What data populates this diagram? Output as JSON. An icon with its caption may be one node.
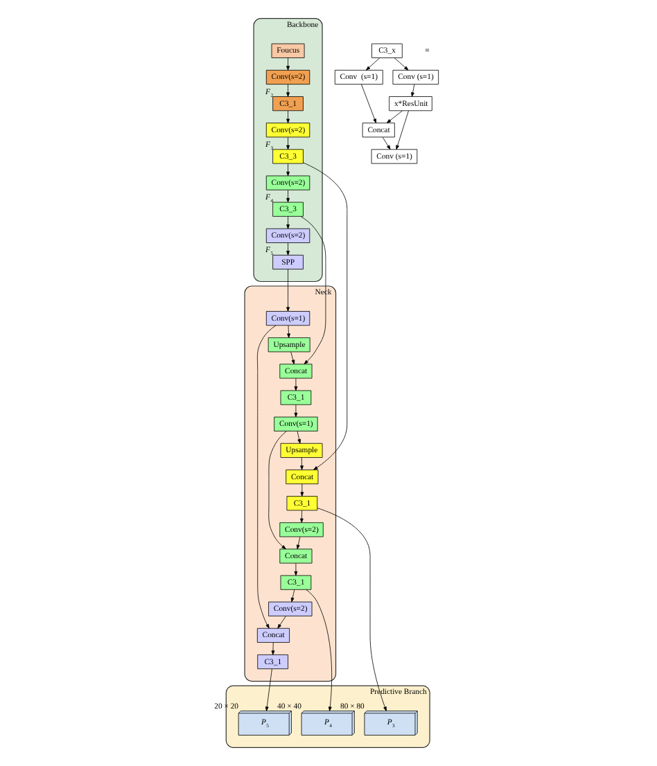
{
  "diagram": {
    "nodes": [
      {
        "text": [
          "Backbone"
        ]
      },
      {
        "text": [
          "Foucus"
        ],
        "in": 0
      },
      {
        "text": [
          "Conv(s=2)"
        ],
        "in": 0
      },
      {
        "text": [
          "C3_1"
        ],
        "in": 0,
        "beside": [
          "*F*$_{2}$"
        ]
      },
      {
        "text": [
          "Conv(s=2)"
        ],
        "in": 0
      },
      {
        "text": [
          "C3_3"
        ],
        "in": 0,
        "beside": [
          "*F*$_{3}$"
        ]
      },
      {
        "text": [
          "Conv(s=2)"
        ],
        "in": 0
      },
      {
        "text": [
          "C3_3"
        ],
        "in": 0,
        "beside": [
          "*F*$_{4}$"
        ]
      },
      {
        "text": [
          "Conv(s=2)"
        ],
        "in": 0
      },
      {
        "text": [
          "SPP"
        ],
        "in": 0,
        "beside": [
          "*F*$_{5}$"
        ]
      },
      {
        "text": [
          "Neck"
        ]
      },
      {
        "text": [
          "C3_1"
        ],
        "in": 10
      },
      {
        "text": [
          "Concat"
        ],
        "in": 10
      },
      {
        "text": [
          "Upsample"
        ],
        "in": 10
      },
      {
        "text": [
          "Conv(s=1)"
        ],
        "in": 10
      },
      {
        "text": [
          "C3_1"
        ],
        "in": 10
      },
      {
        "text": [
          "Concat"
        ],
        "in": 10
      },
      {
        "text": [
          "Upsample"
        ],
        "in": 10
      },
      {
        "text": [
          "Conv(s=1)"
        ],
        "in": 10
      },
      {
        "text": [
          "Conv(s=2)"
        ],
        "in": 10
      },
      {
        "text": [
          "Concat"
        ],
        "in": 10
      },
      {
        "text": [
          "C3_1"
        ],
        "in": 10
      },
      {
        "text": [
          "Conv(s=2)"
        ],
        "in": 10
      },
      {
        "text": [
          "Concat"
        ],
        "in": 10
      },
      {
        "text": [
          "C3_1"
        ],
        "in": 10
      },
      {
        "text": [
          "Predictive Branch"
        ]
      },
      {
        "text": [
          "*P*$_{3}$"
        ],
        "in": 25,
        "beside": [
          "80 × 80"
        ]
      },
      {
        "text": [
          "*P*$_{4}$"
        ],
        "in": 25,
        "beside": [
          "40 × 40"
        ]
      },
      {
        "text": [
          "*P*$_{5}$"
        ],
        "in": 25,
        "beside": [
          "20 × 20"
        ]
      },
      {
        "text": [
          "C3_x"
        ]
      },
      {
        "text": [
          "Conv (s=1)"
        ]
      },
      {
        "text": [
          "x*ResUnit"
        ]
      },
      {
        "text": [
          "Conv (s=1)"
        ]
      },
      {
        "text": [
          "Conv  (s=1)"
        ]
      },
      {
        "text": [
          "Concat"
        ]
      }
    ],
    "edges": [
      {
        "from": 1,
        "to": 2,
        "arrow": "to"
      },
      {
        "from": 2,
        "to": 3,
        "arrow": "to"
      },
      {
        "from": 3,
        "to": 4,
        "arrow": "to"
      },
      {
        "from": 4,
        "to": 5,
        "arrow": "to"
      },
      {
        "from": 5,
        "to": 6,
        "arrow": "to"
      },
      {
        "from": 6,
        "to": 7,
        "arrow": "to"
      },
      {
        "from": 7,
        "to": 8,
        "arrow": "to"
      },
      {
        "from": 8,
        "to": 9,
        "arrow": "to"
      },
      {
        "from": 5,
        "to": 12,
        "arrow": "to"
      },
      {
        "from": 7,
        "to": 16,
        "arrow": "to"
      },
      {
        "from": 9,
        "to": 18,
        "arrow": "to"
      },
      {
        "from": 18,
        "to": 17,
        "arrow": "to"
      },
      {
        "from": 17,
        "to": 16,
        "arrow": "to"
      },
      {
        "from": 16,
        "to": 15,
        "arrow": "to"
      },
      {
        "from": 15,
        "to": 14,
        "arrow": "to"
      },
      {
        "from": 14,
        "to": 13,
        "arrow": "to"
      },
      {
        "from": 13,
        "to": 12,
        "arrow": "to"
      },
      {
        "from": 12,
        "to": 11,
        "arrow": "to"
      },
      {
        "from": 11,
        "to": 26,
        "arrow": "to"
      },
      {
        "from": 11,
        "to": 19,
        "arrow": "to"
      },
      {
        "from": 19,
        "to": 20,
        "arrow": "to"
      },
      {
        "from": 14,
        "to": 20,
        "arrow": "to"
      },
      {
        "from": 20,
        "to": 21,
        "arrow": "to"
      },
      {
        "from": 21,
        "to": 27,
        "arrow": "to"
      },
      {
        "from": 21,
        "to": 22,
        "arrow": "to"
      },
      {
        "from": 22,
        "to": 23,
        "arrow": "to"
      },
      {
        "from": 18,
        "to": 23,
        "arrow": "to"
      },
      {
        "from": 23,
        "to": 24,
        "arrow": "to"
      },
      {
        "from": 24,
        "to": 28,
        "arrow": "to"
      },
      {
        "from": 29,
        "to": 30,
        "arrow": "to"
      },
      {
        "from": 29,
        "to": 33,
        "arrow": "to"
      },
      {
        "from": 30,
        "to": 31,
        "arrow": "to"
      },
      {
        "from": 31,
        "to": 34,
        "arrow": "to"
      },
      {
        "from": 31,
        "to": 32,
        "arrow": "to"
      },
      {
        "from": 33,
        "to": 34,
        "arrow": "to"
      },
      {
        "from": 34,
        "to": 32,
        "arrow": "to"
      }
    ],
    "labels": [
      "="
    ]
  }
}
